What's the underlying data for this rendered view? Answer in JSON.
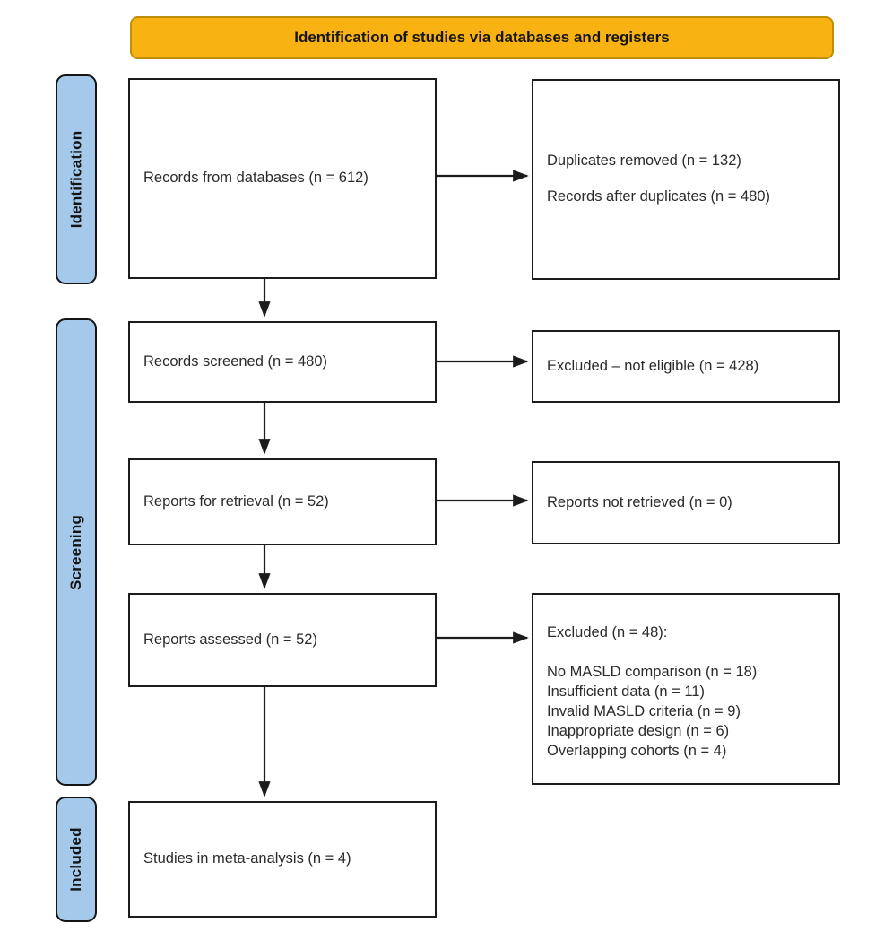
{
  "banner": {
    "label": "Identification of studies via databases and registers"
  },
  "stages": [
    {
      "label": "Identification"
    },
    {
      "label": "Screening"
    },
    {
      "label": "Included"
    }
  ],
  "boxes": {
    "records_databases": {
      "text": "Records from databases (n = 612)"
    },
    "duplicates": {
      "line1": "Duplicates removed (n = 132)",
      "line2": "Records after duplicates (n = 480)"
    },
    "records_screened": {
      "text": "Records screened (n = 480)"
    },
    "excluded_not_eligible": {
      "text": "Excluded – not eligible (n = 428)"
    },
    "reports_retrieval": {
      "text": "Reports for retrieval (n = 52)"
    },
    "reports_not_retrieved": {
      "text": "Reports not retrieved (n = 0)"
    },
    "reports_assessed": {
      "text": "Reports assessed (n = 52)"
    },
    "excluded_reasons": {
      "title": "Excluded (n = 48):",
      "reasons": [
        "No MASLD comparison (n = 18)",
        "Insufficient data (n = 11)",
        "Invalid MASLD criteria (n = 9)",
        "Inappropriate design (n = 6)",
        "Overlapping cohorts (n = 4)"
      ]
    },
    "studies_included": {
      "text": "Studies in meta-analysis (n = 4)"
    }
  },
  "colors": {
    "banner_fill": "#F8B211",
    "banner_border": "#BD8F07",
    "stage_fill": "#A5C9EA",
    "box_border": "#1C1C1C",
    "text": "#2B2B2B"
  }
}
